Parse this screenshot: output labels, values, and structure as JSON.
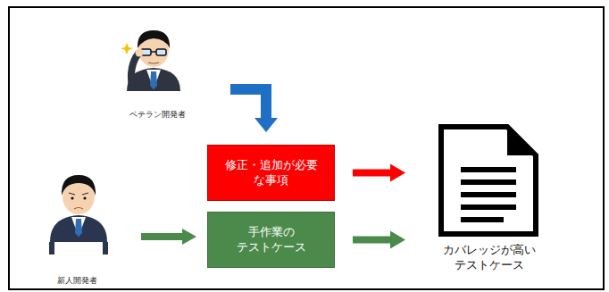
{
  "diagram": {
    "nodes": [
      {
        "text": [
          "修正・追加が必要 な事項"
        ]
      },
      {
        "text": [
          "手作業の テストケース"
        ]
      },
      {
        "text": [
          "カバレッジが高い テストケース"
        ]
      }
    ],
    "edges": [
      {
        "from": 0,
        "to": 2,
        "arrow": "to"
      },
      {
        "from": 1,
        "to": 2,
        "arrow": "to"
      }
    ],
    "labels": [
      "ベテラン開発者",
      "新人開発者"
    ]
  }
}
